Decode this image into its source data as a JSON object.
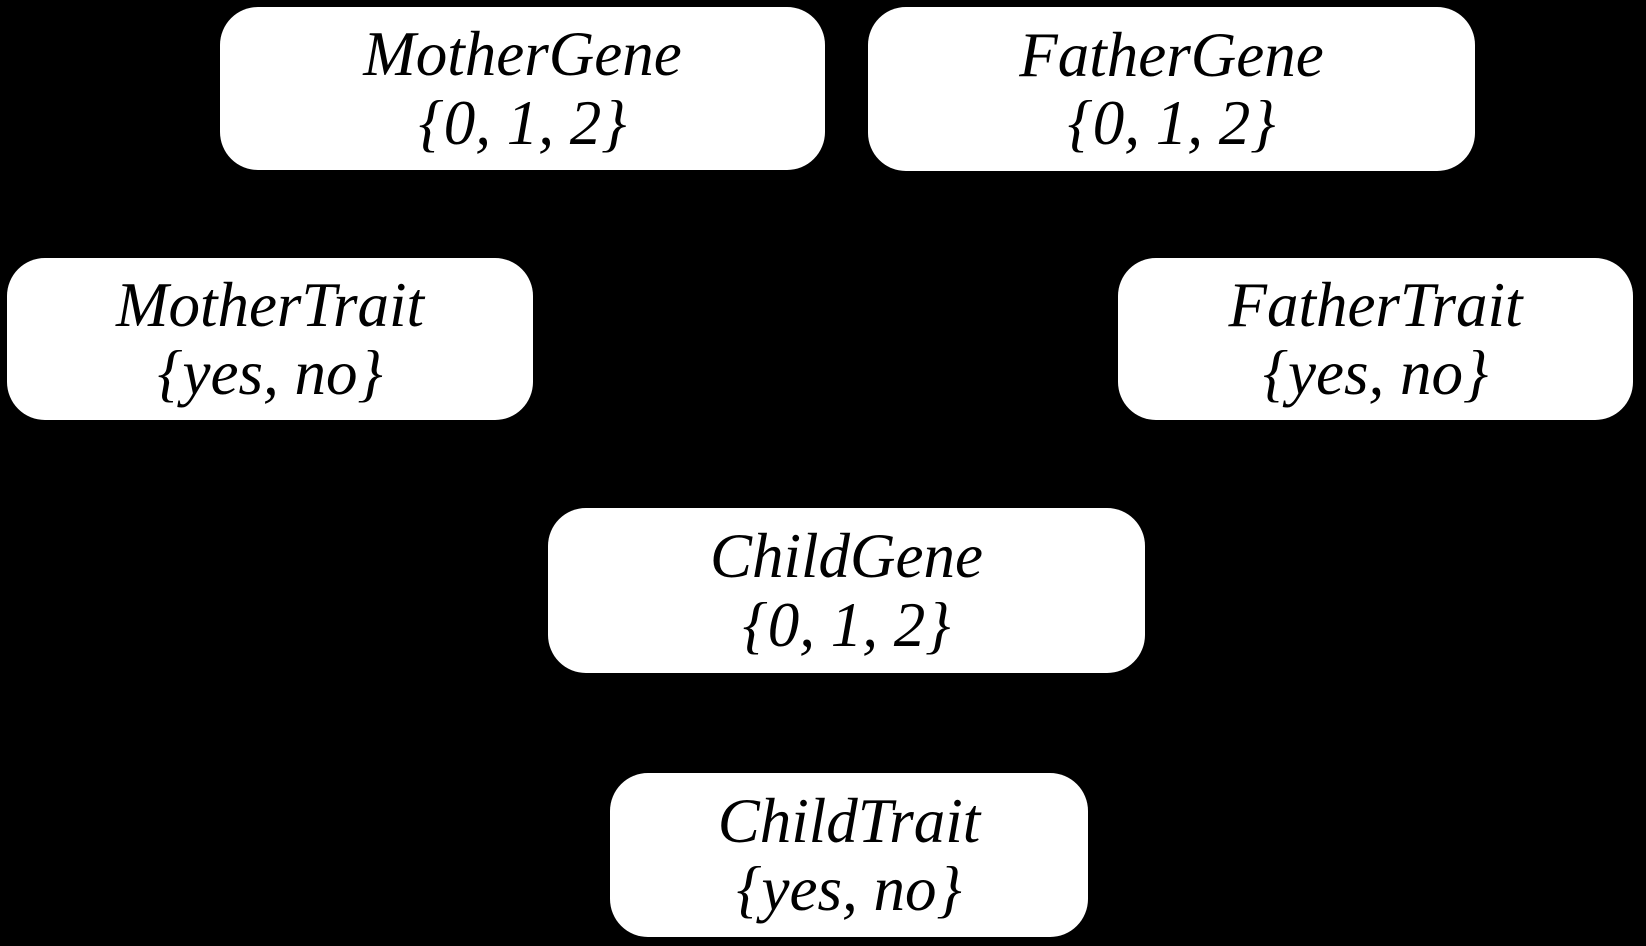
{
  "colors": {
    "background": "#000000",
    "node_fill": "#ffffff",
    "node_text": "#000000"
  },
  "diagram": {
    "type": "bayesian-network",
    "edges_visible": false
  },
  "nodes": [
    {
      "id": "mother-gene",
      "label": "MotherGene",
      "domain": "{0, 1, 2}"
    },
    {
      "id": "father-gene",
      "label": "FatherGene",
      "domain": "{0, 1, 2}"
    },
    {
      "id": "mother-trait",
      "label": "MotherTrait",
      "domain": "{yes, no}"
    },
    {
      "id": "father-trait",
      "label": "FatherTrait",
      "domain": "{yes, no}"
    },
    {
      "id": "child-gene",
      "label": "ChildGene",
      "domain": "{0, 1, 2}"
    },
    {
      "id": "child-trait",
      "label": "ChildTrait",
      "domain": "{yes, no}"
    }
  ]
}
